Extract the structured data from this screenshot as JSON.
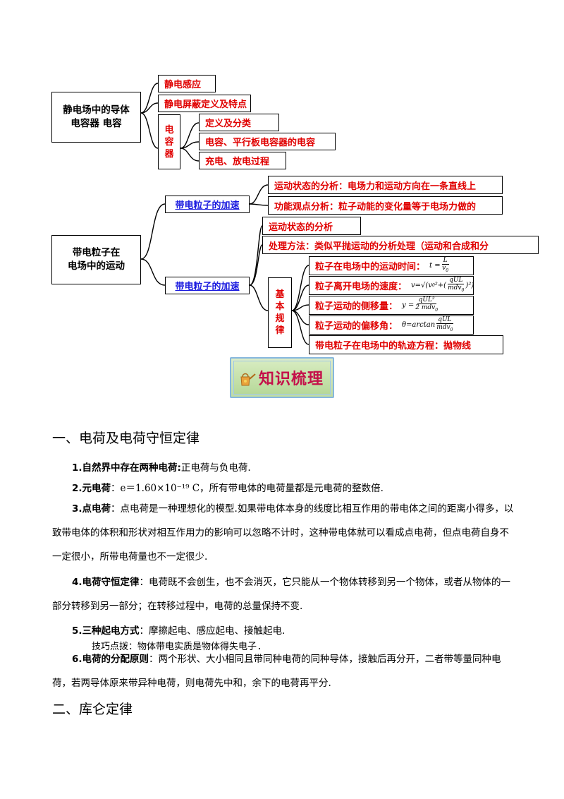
{
  "diagram": {
    "root1": [
      "静电场中的导体",
      "电容器  电容"
    ],
    "electrostatic_induction": "静电感应",
    "shielding": "静电屏蔽定义及特点",
    "capacitor_vertical": [
      "电",
      "容",
      "器"
    ],
    "capacitor_items": [
      "定义及分类",
      "电容、平行板电容器的电容",
      "充电、放电过程"
    ],
    "root2": [
      "带电粒子在",
      "电场中的运动"
    ],
    "accel_link_1": "带电粒子的加速",
    "accel_items": [
      "运动状态的分析：电场力和运动方向在一条直线上",
      "功能观点分析：粒子动能的变化量等于电场力做的"
    ],
    "accel_link_2": "带电粒子的加速",
    "deflect_items": [
      "运动状态的分析",
      "处理方法：类似平抛运动的分析处理（运动和合成和分"
    ],
    "basic_law_vertical": [
      "基",
      "本",
      "规",
      "律"
    ],
    "laws": {
      "time": "粒子在电场中的运动时间：",
      "speed": "粒子离开电场的速度：",
      "offset": "粒子运动的侧移量：",
      "angle": "粒子运动的偏移角：",
      "trajectory": "带电粒子在电场中的轨迹方程：抛物线"
    }
  },
  "banner": {
    "text": "知识梳理"
  },
  "section1": {
    "heading": "一、电荷及电荷守恒定律",
    "p1_label": "1.自然界中存在两种电荷:",
    "p1_text": "正电荷与负电荷.",
    "p2_label": "2.元电荷",
    "p2_text": "：e＝1.60×10⁻¹⁹ C，所有带电体的电荷量都是元电荷的整数倍.",
    "p3_label": "3.点电荷",
    "p3_text": "：点电荷是一种理想化的模型.如果带电体本身的线度比相互作用的带电体之间的距离小得多，以致带电体的体积和形状对相互作用力的影响可以忽略不计时，这种带电体就可以看成点电荷，但点电荷自身不一定很小，所带电荷量也不一定很少.",
    "p4_label": "4.电荷守恒定律",
    "p4_text": "：电荷既不会创生，也不会消灭，它只能从一个物体转移到另一个物体，或者从物体的一部分转移到另一部分；在转移过程中，电荷的总量保持不变.",
    "p5_label": "5.三种起电方式",
    "p5_text": "：摩擦起电、感应起电、接触起电.",
    "tip": "技巧点拨：物体带电实质是物体得失电子.",
    "p6_label": "6.电荷的分配原则",
    "p6_text": "：两个形状、大小相同且带同种电荷的同种导体，接触后再分开，二者带等量同种电荷，若两导体原来带异种电荷，则电荷先中和，余下的电荷再平分."
  },
  "section2": {
    "heading": "二、库仑定律"
  }
}
